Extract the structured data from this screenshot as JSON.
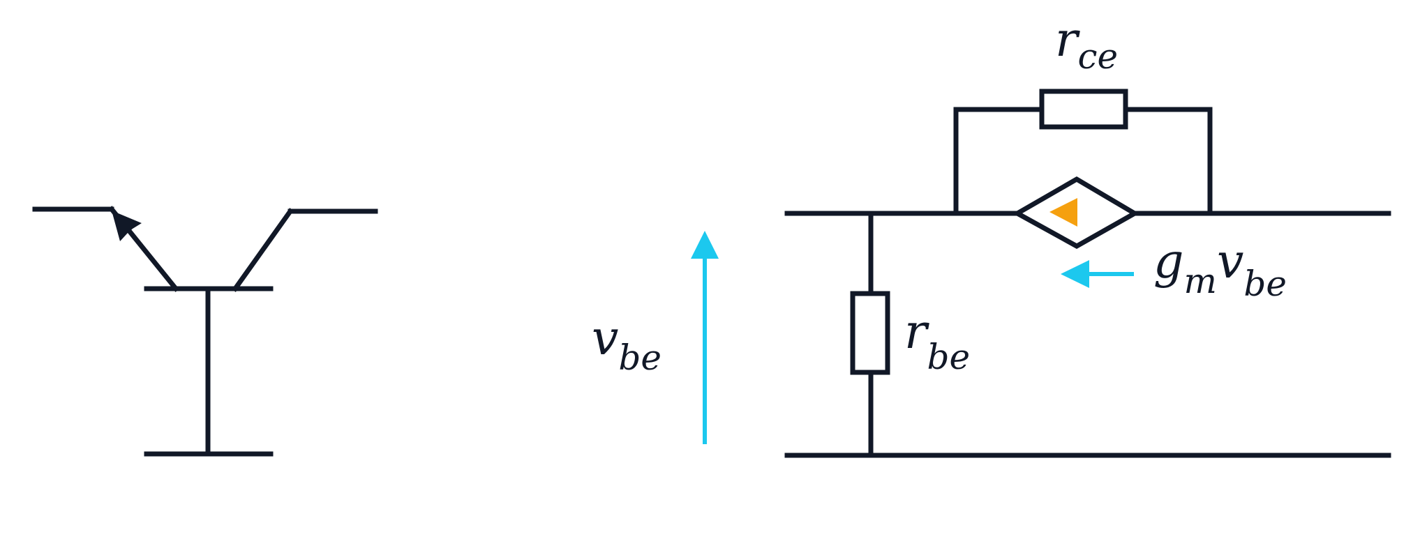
{
  "colors": {
    "wire": "#111827",
    "arrow": "#1cc8ee",
    "source_arrow": "#f5a00f",
    "background": "#ffffff"
  },
  "labels": {
    "r_ce": {
      "main": "r",
      "sub": "ce"
    },
    "r_be": {
      "main": "r",
      "sub": "be"
    },
    "v_be": {
      "main": "v",
      "sub": "be"
    },
    "gm_vbe": {
      "main": "g",
      "sub1": "m",
      "main2": "v",
      "sub2": "be"
    }
  }
}
